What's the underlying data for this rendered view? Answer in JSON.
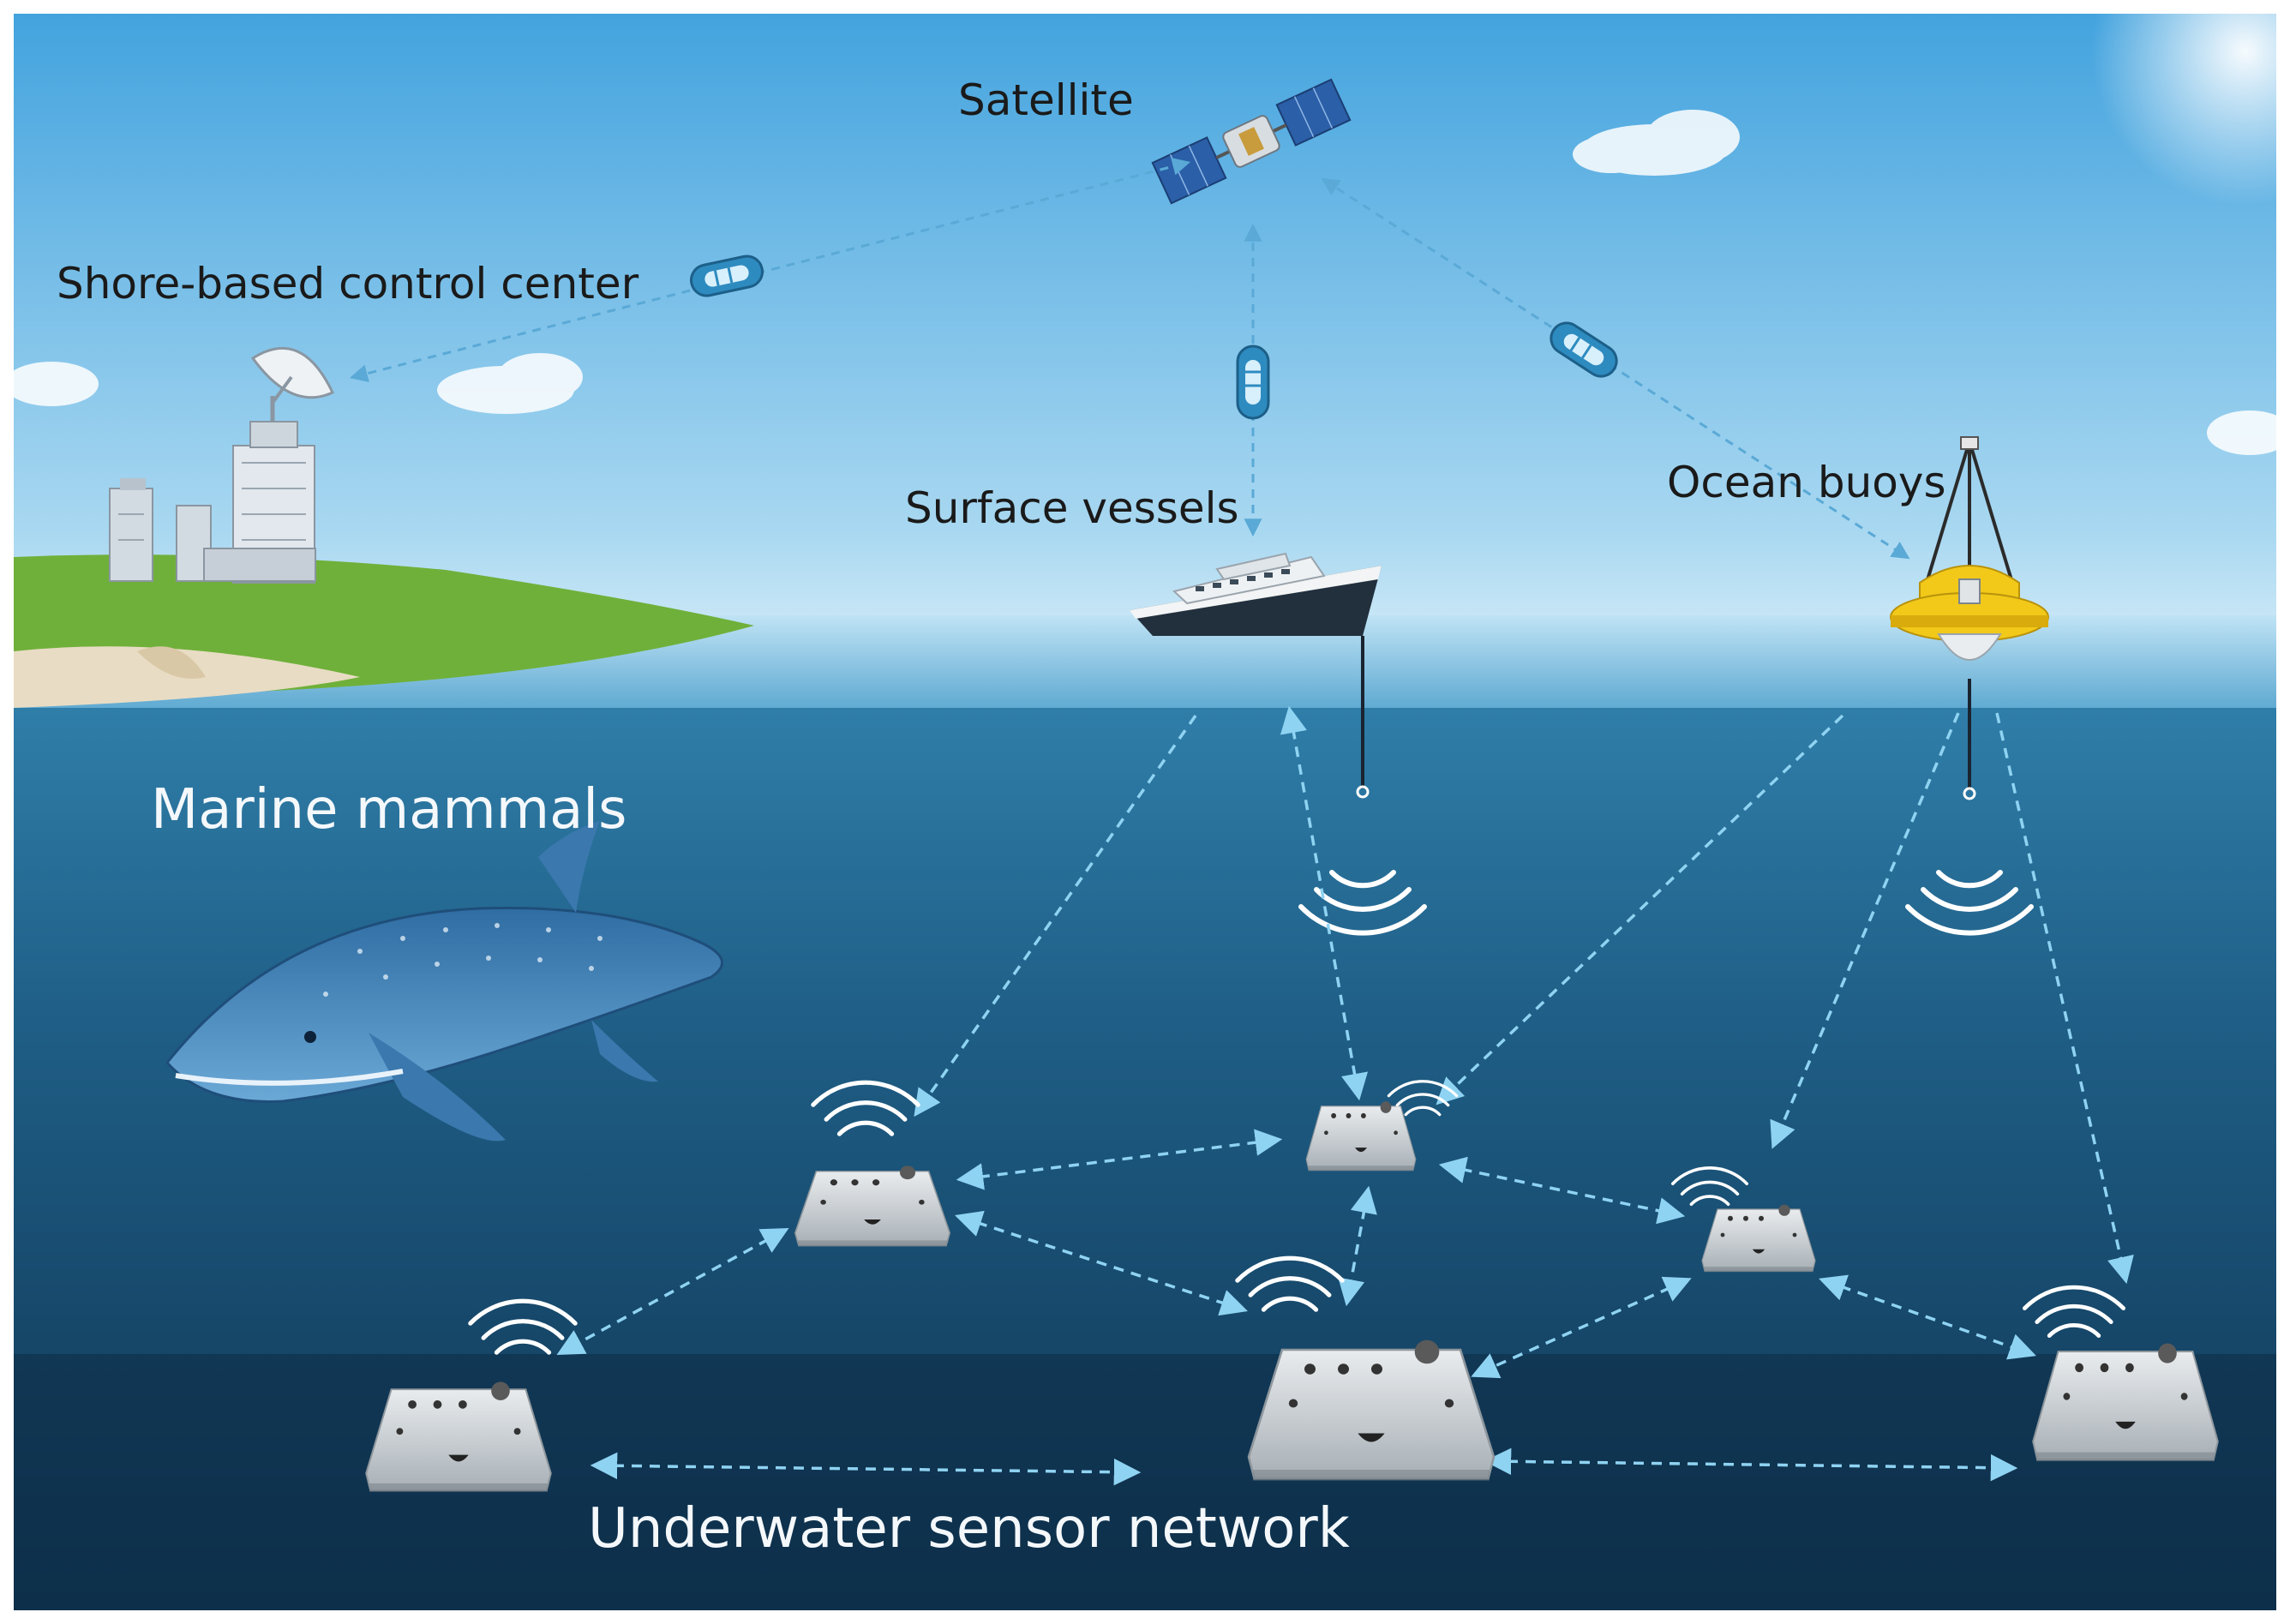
{
  "labels": {
    "satellite": "Satellite",
    "shore_control_center": "Shore-based control center",
    "surface_vessels": "Surface vessels",
    "ocean_buoys": "Ocean buoys",
    "marine_mammals": "Marine mammals",
    "underwater_sensor_network": "Underwater sensor network"
  },
  "colors": {
    "sky_top": "#43a3de",
    "sky_bottom": "#dff0f9",
    "sea_top": "#2d7aa6",
    "sea_bottom": "#0f3451",
    "link": "#8fd3f2",
    "land": "#6fb03a",
    "buoy": "#f2c919"
  },
  "icons": {
    "satellite": "satellite-icon",
    "control_center": "building-antenna-icon",
    "vessel": "ship-icon",
    "buoy": "buoy-icon",
    "whale": "whale-icon",
    "sensor_node": "sensor-node-icon",
    "signal": "wireless-signal-icon",
    "data_packet": "data-packet-icon"
  }
}
